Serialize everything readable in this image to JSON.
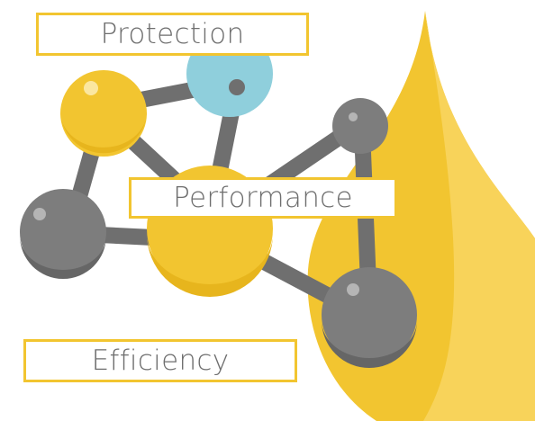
{
  "labels": {
    "protection": "Protection",
    "performance": "Performance",
    "efficiency": "Efficiency"
  },
  "colors": {
    "gold": "#f2c530",
    "gold_light": "#f8d35a",
    "gold_dark": "#e7b51d",
    "gray": "#7d7d7d",
    "gray_dark": "#5f5f5f",
    "gray_light": "#9b9b9b",
    "blue": "#8fcfdc",
    "text": "#6e6e6e"
  }
}
